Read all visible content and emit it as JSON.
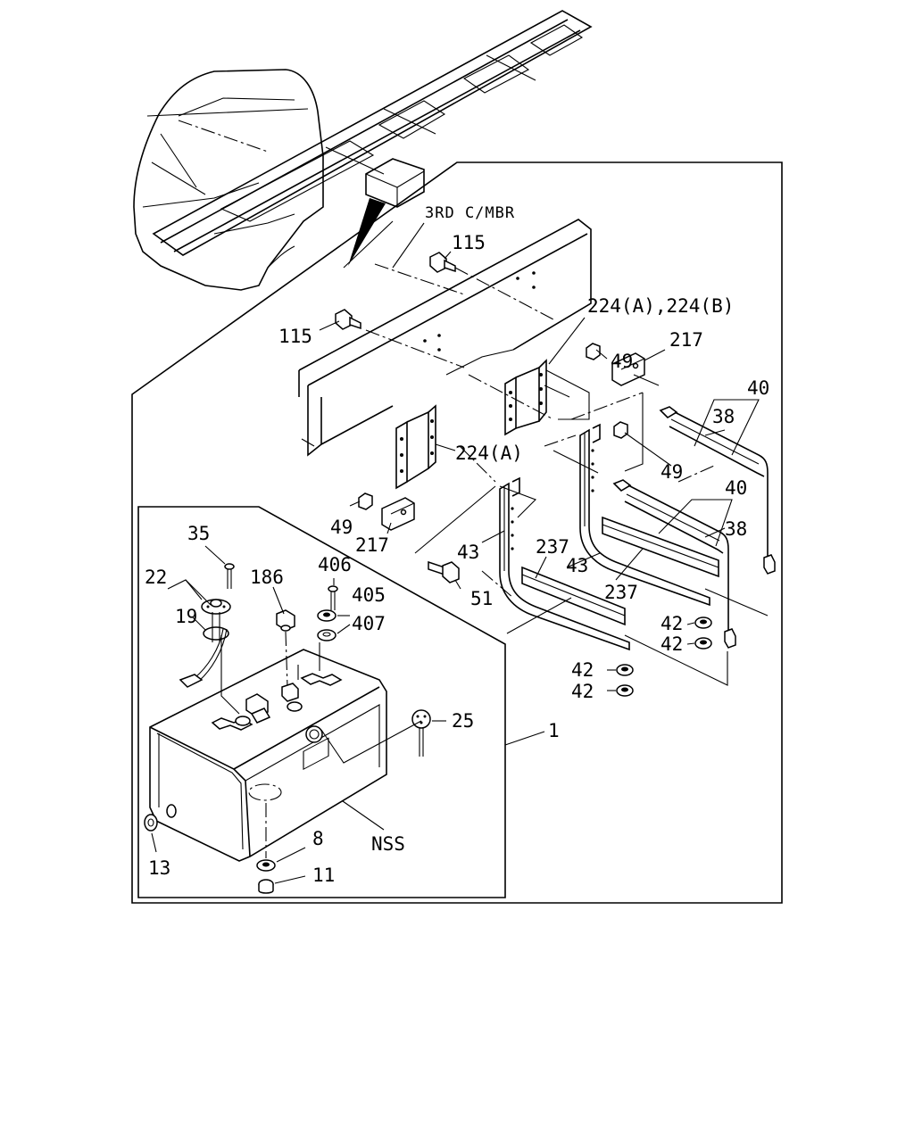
{
  "labels": {
    "chassis_location": "3RD C/MBR",
    "bolt_115_top": "115",
    "bolt_115_left": "115",
    "bracket_224ab": "224(A),224(B)",
    "bracket_224a": "224(A)",
    "nut_49_top": "49",
    "nut_49_right": "49",
    "nut_49_left": "49",
    "bracket_217_top": "217",
    "bracket_217_left": "217",
    "strap_40_top": "40",
    "strap_40_mid": "40",
    "rubber_38_top": "38",
    "rubber_38_mid": "38",
    "band_43_left": "43",
    "band_43_right": "43",
    "pad_237_left": "237",
    "pad_237_right": "237",
    "bolt_51": "51",
    "nut_42_a": "42",
    "nut_42_b": "42",
    "nut_42_c": "42",
    "nut_42_d": "42",
    "screw_35": "35",
    "gauge_22": "22",
    "gasket_19": "19",
    "fitting_186": "186",
    "screw_406": "406",
    "part_405": "405",
    "part_407": "407",
    "cap_25": "25",
    "tank_1": "1",
    "plug_13": "13",
    "washer_8": "8",
    "drain_11": "11",
    "nss": "NSS"
  }
}
